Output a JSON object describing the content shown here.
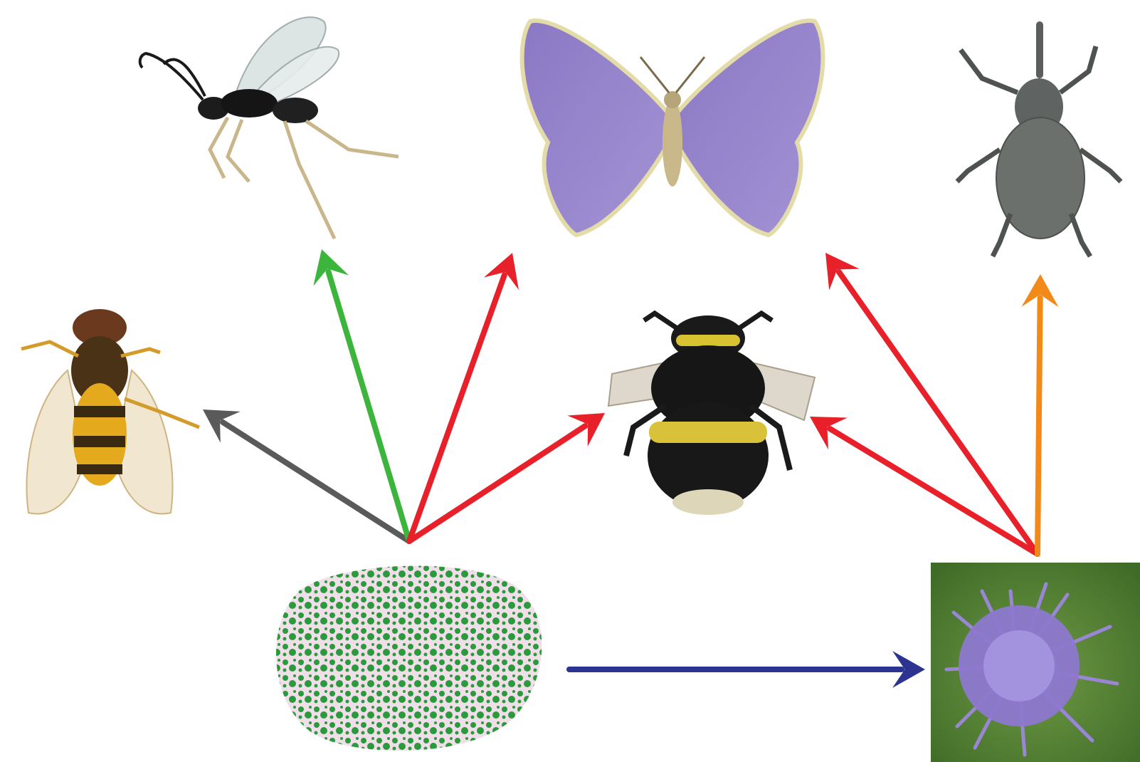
{
  "diagram": {
    "nodes": [
      {
        "id": "parasitoid-wasp",
        "icon": "wasp-icon"
      },
      {
        "id": "butterfly",
        "icon": "butterfly-icon"
      },
      {
        "id": "weevil",
        "icon": "weevil-icon"
      },
      {
        "id": "hoverfly",
        "icon": "hoverfly-icon"
      },
      {
        "id": "bumblebee",
        "icon": "bumblebee-icon"
      },
      {
        "id": "grassland-patch",
        "icon": "habitat-patch-icon"
      },
      {
        "id": "scabious-flower",
        "icon": "flower-icon"
      }
    ],
    "edges": [
      {
        "from": "grassland-patch",
        "to": "hoverfly",
        "color": "#5a5a5a"
      },
      {
        "from": "grassland-patch",
        "to": "parasitoid-wasp",
        "color": "#3bb53b"
      },
      {
        "from": "grassland-patch",
        "to": "butterfly",
        "color": "#e8202a"
      },
      {
        "from": "grassland-patch",
        "to": "bumblebee",
        "color": "#e8202a"
      },
      {
        "from": "scabious-flower",
        "to": "bumblebee",
        "color": "#e8202a"
      },
      {
        "from": "scabious-flower",
        "to": "butterfly",
        "color": "#e8202a"
      },
      {
        "from": "scabious-flower",
        "to": "weevil",
        "color": "#f28a1a"
      },
      {
        "from": "grassland-patch",
        "to": "scabious-flower",
        "color": "#2b3590"
      }
    ]
  }
}
